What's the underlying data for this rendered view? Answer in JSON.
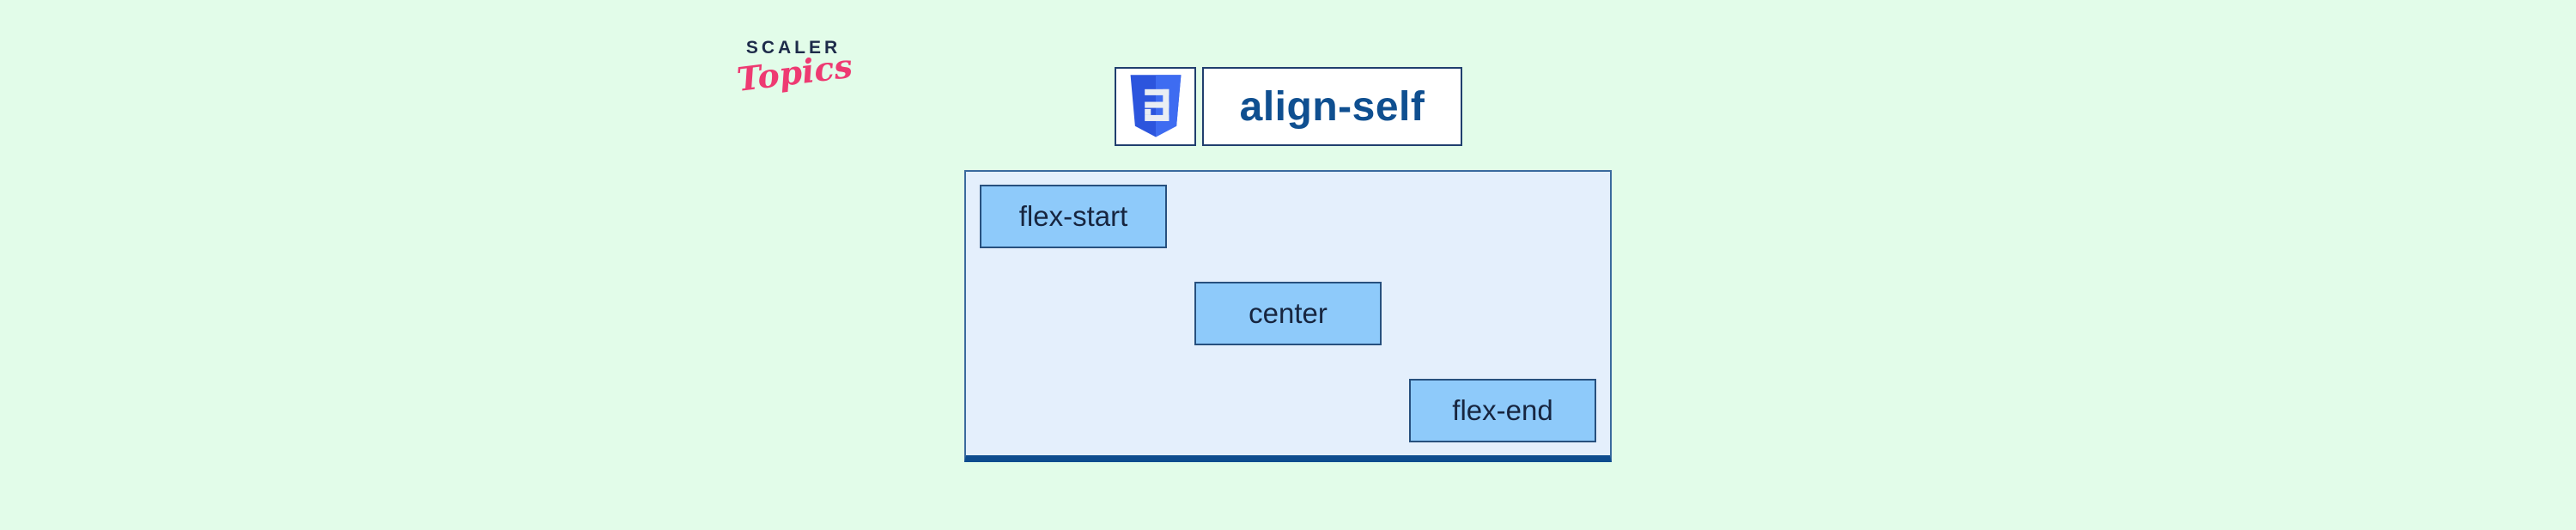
{
  "page": {
    "background_color": "#e2fce9"
  },
  "logo": {
    "brand": "SCALER",
    "script": "Topics",
    "brand_color": "#1d2b4a",
    "script_color": "#ee3a72"
  },
  "header": {
    "icon": "css3-shield-icon",
    "title": "align-self",
    "title_color": "#0f4f90",
    "box_background": "#ffffff",
    "box_border_color": "#203f6e"
  },
  "flex_demo": {
    "container": {
      "background": "#e4effc",
      "border_color": "#3a6a9e",
      "bottom_bar_color": "#0d4c8e"
    },
    "item_background": "#8ecafa",
    "item_border_color": "#27507e",
    "item_text_color": "#17253f",
    "items": [
      {
        "label": "flex-start",
        "align_self": "flex-start"
      },
      {
        "label": "center",
        "align_self": "center"
      },
      {
        "label": "flex-end",
        "align_self": "flex-end"
      }
    ]
  },
  "icon_colors": {
    "shield_base": "#2c55dd",
    "shield_highlight": "#3e6cf1",
    "glyph": "#e9edf3"
  }
}
